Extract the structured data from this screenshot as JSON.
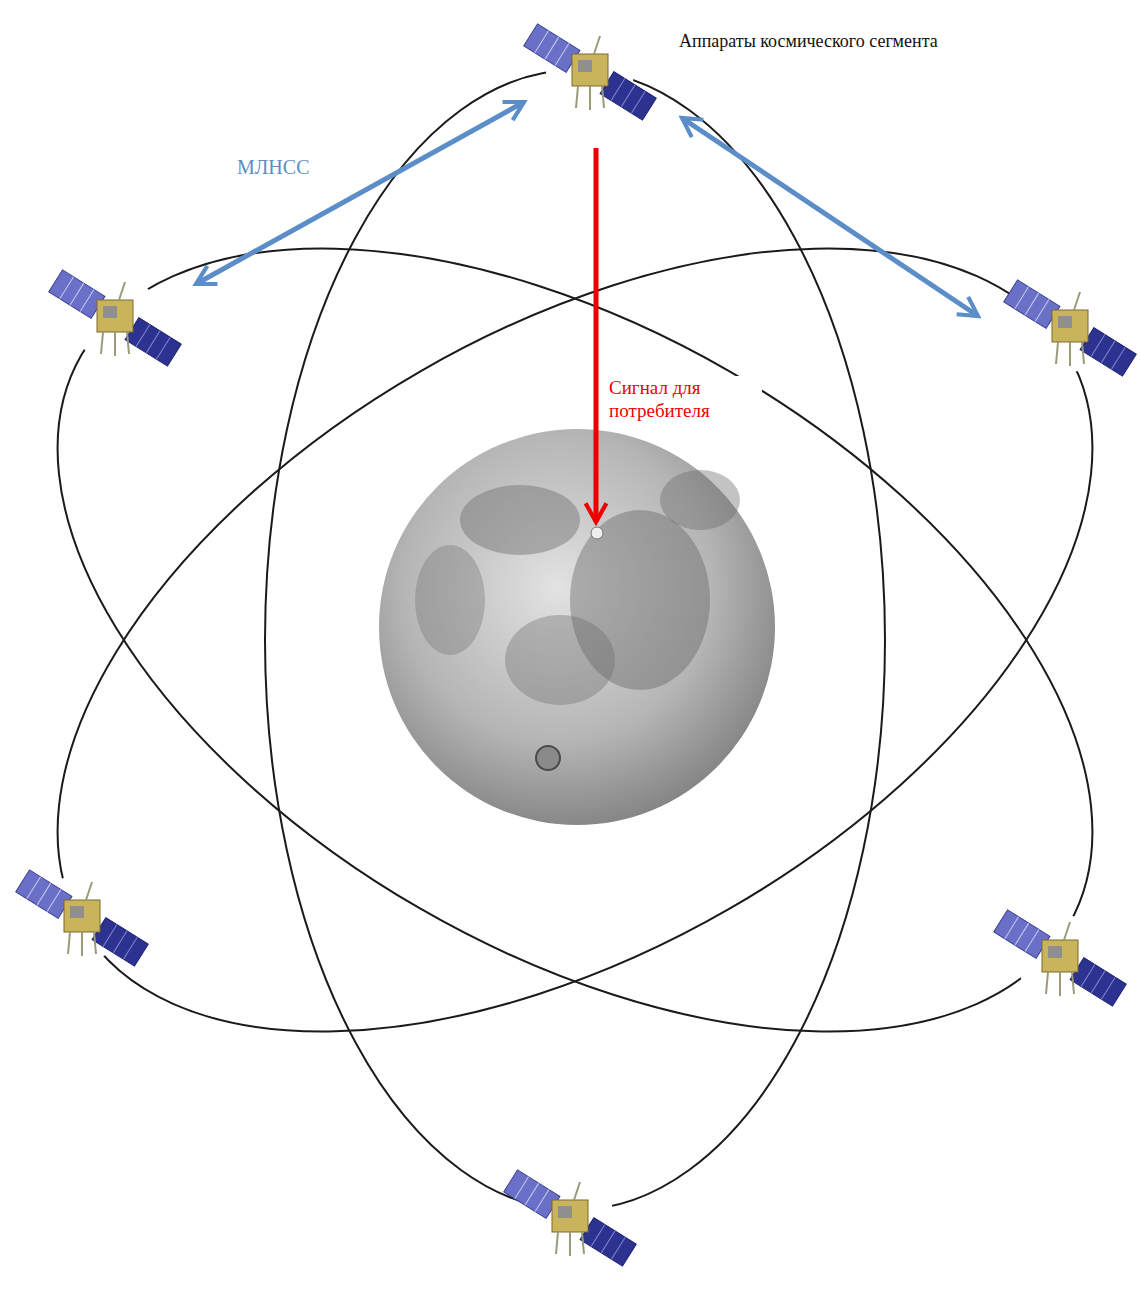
{
  "diagram": {
    "labels": [
      "Аппараты космического сегмента",
      "МЛНСС",
      "Сигнал для потребителя"
    ]
  }
}
